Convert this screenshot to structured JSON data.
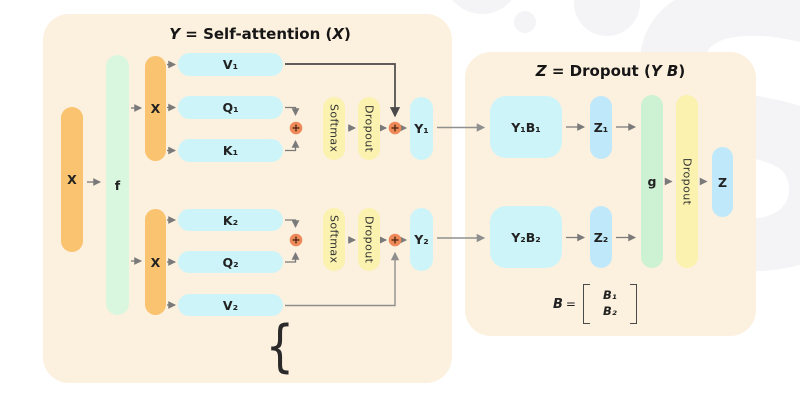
{
  "titles": {
    "attention": [
      "Y",
      " = Self-attention (",
      "X",
      ")"
    ],
    "dropout": [
      "Z",
      " = Dropout (",
      "Y B",
      ")"
    ]
  },
  "nodes": {
    "x_input": "X",
    "f": "f",
    "x_head1": "X",
    "x_head2": "X",
    "v1": "V₁",
    "q1": "Q₁",
    "k1": "K₁",
    "k2": "K₂",
    "q2": "Q₂",
    "v2": "V₂",
    "softmax1": "Softmax",
    "dropout1": "Dropout",
    "softmax2": "Softmax",
    "dropout2": "Dropout",
    "y1": "Y₁",
    "y2": "Y₂",
    "y1b1": "Y₁B₁",
    "y2b2": "Y₂B₂",
    "z1": "Z₁",
    "z2": "Z₂",
    "g": "g",
    "dropout3": "Dropout",
    "z": "Z"
  },
  "matrix": {
    "lhs": "B",
    "eq": "=",
    "rows": [
      "B₁",
      "B₂"
    ]
  },
  "annotations": {
    "brace": "{"
  },
  "decor": {
    "letter": "S"
  },
  "colors": {
    "panel_bg": "#fcf0de",
    "orange": "#f9c36f",
    "mint_green": "#d9f7df",
    "green": "#cdf2d3",
    "cyan": "#cdf5f9",
    "blue": "#bfe9fb",
    "yellow": "#faf2ae",
    "plus_fill": "#ee8a5a",
    "plus_stroke": "#5c2e14",
    "arrow_gray": "#7a7a7a",
    "arrow_dark": "#4a4a4a",
    "arrow_mid": "#8f8f8f",
    "decor_gray": "#f4f4f6"
  }
}
